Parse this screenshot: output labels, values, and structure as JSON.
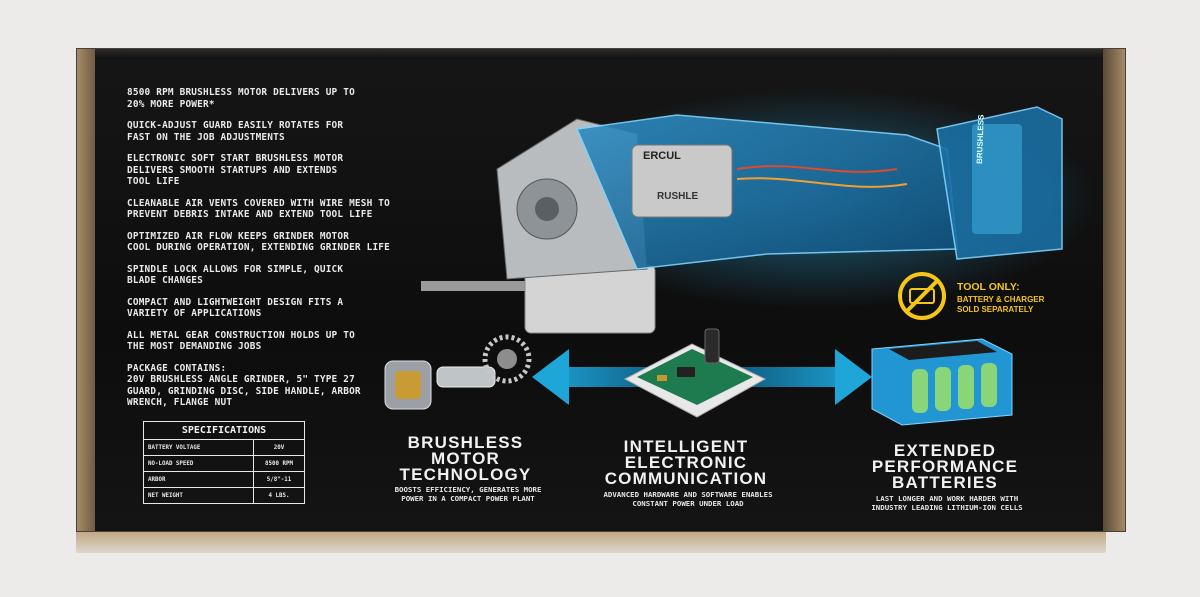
{
  "features": [
    "8500 RPM BRUSHLESS MOTOR DELIVERS UP TO\n20% MORE POWER*",
    "QUICK-ADJUST GUARD EASILY ROTATES FOR\nFAST ON THE JOB ADJUSTMENTS",
    "ELECTRONIC SOFT START BRUSHLESS MOTOR\nDELIVERS SMOOTH STARTUPS AND EXTENDS\nTOOL LIFE",
    "CLEANABLE AIR VENTS COVERED WITH WIRE MESH TO\nPREVENT DEBRIS INTAKE AND EXTEND TOOL LIFE",
    "OPTIMIZED AIR FLOW KEEPS GRINDER MOTOR\nCOOL DURING OPERATION, EXTENDING GRINDER LIFE",
    "SPINDLE LOCK ALLOWS FOR SIMPLE, QUICK\nBLADE CHANGES",
    "COMPACT AND LIGHTWEIGHT DESIGN FITS A\nVARIETY OF APPLICATIONS",
    "ALL METAL GEAR CONSTRUCTION HOLDS UP TO\nTHE MOST DEMANDING JOBS",
    "PACKAGE CONTAINS:\n20V BRUSHLESS ANGLE GRINDER, 5\" TYPE 27\nGUARD, GRINDING DISC, SIDE HANDLE, ARBOR\nWRENCH, FLANGE NUT"
  ],
  "specs": {
    "title": "SPECIFICATIONS",
    "rows": [
      {
        "label": "BATTERY VOLTAGE",
        "value": "20V"
      },
      {
        "label": "NO-LOAD SPEED",
        "value": "8500 RPM"
      },
      {
        "label": "ARBOR",
        "value": "5/8\"-11"
      },
      {
        "label": "NET WEIGHT",
        "value": "4 LBS."
      }
    ]
  },
  "tool_only": {
    "title": "TOOL ONLY:",
    "line1": "BATTERY & CHARGER",
    "line2": "SOLD SEPARATELY"
  },
  "motor_labels": {
    "brand": "ERCUL",
    "tag": "RUSHLE",
    "handle": "BRUSHLESS"
  },
  "sections": {
    "brushless": {
      "heading": "BRUSHLESS\nMOTOR\nTECHNOLOGY",
      "sub": "BOOSTS EFFICIENCY, GENERATES MORE\nPOWER IN A COMPACT POWER PLANT"
    },
    "intelligent": {
      "heading": "INTELLIGENT\nELECTRONIC\nCOMMUNICATION",
      "sub": "ADVANCED HARDWARE AND SOFTWARE ENABLES\nCONSTANT POWER UNDER LOAD"
    },
    "battery": {
      "heading": "EXTENDED\nPERFORMANCE\nBATTERIES",
      "sub": "LAST LONGER AND WORK HARDER WITH\nINDUSTRY LEADING LITHIUM-ION CELLS"
    }
  },
  "colors": {
    "accent_blue": "#1fa6d9",
    "warning_yellow": "#f5c518",
    "box_black": "#111111"
  }
}
